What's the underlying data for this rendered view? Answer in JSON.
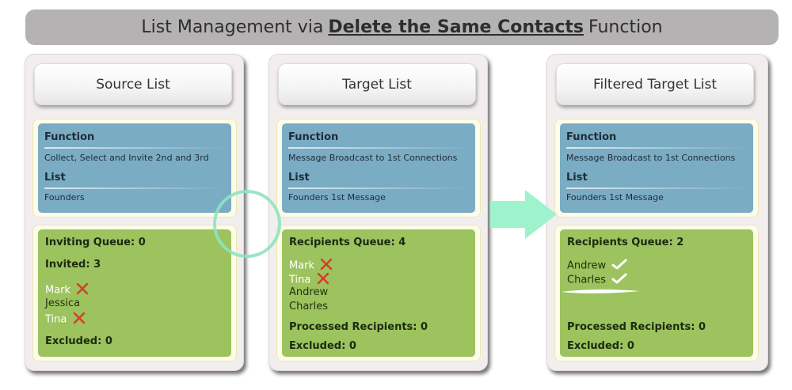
{
  "title": {
    "prefix": "List Management via",
    "highlight": "Delete the Same Contacts",
    "suffix": "Function"
  },
  "panels": [
    {
      "header": "Source List",
      "function_label": "Function",
      "function_value": "Collect, Select and Invite 2nd and 3rd",
      "list_label": "List",
      "list_value": "Founders",
      "queue_title": "Inviting Queue: 0",
      "invited": "Invited: 3",
      "contacts": [
        "Mark",
        "Jessica",
        "Tina"
      ],
      "excluded": "Excluded: 0"
    },
    {
      "header": "Target List",
      "function_label": "Function",
      "function_value": "Message Broadcast to 1st Connections",
      "list_label": "List",
      "list_value": "Founders 1st Message",
      "queue_title": "Recipients Queue: 4",
      "contacts": [
        "Mark",
        "Tina",
        "Andrew",
        "Charles"
      ],
      "processed": "Processed Recipients: 0",
      "excluded": "Excluded: 0"
    },
    {
      "header": "Filtered Target List",
      "function_label": "Function",
      "function_value": "Message Broadcast to 1st Connections",
      "list_label": "List",
      "list_value": "Founders 1st Message",
      "queue_title": "Recipients Queue: 2",
      "contacts": [
        "Andrew",
        "Charles"
      ],
      "processed": "Processed Recipients: 0",
      "excluded": "Excluded: 0"
    }
  ],
  "colors": {
    "banner": "#b4b2b2",
    "info_box": "#7aacc4",
    "queue_box": "#9cc35e",
    "ring": "#8ee3bf",
    "arrow": "#9ef2cc",
    "cross": "#d93a2b",
    "check": "#ffffff"
  },
  "icons": {
    "removed": "cross-icon",
    "kept": "checkmark-icon",
    "link": "ring-connector-icon",
    "flow": "right-arrow-icon"
  }
}
